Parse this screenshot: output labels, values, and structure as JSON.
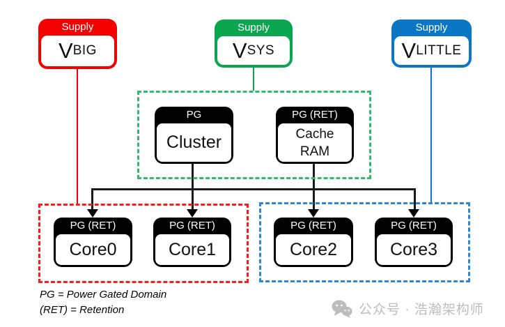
{
  "colors": {
    "red": "#f50000",
    "green": "#0aa650",
    "blue": "#0b76c4",
    "dash-red": "#f81e1e",
    "dash-green": "#2dbb70",
    "dash-blue": "#2f88cf",
    "wm-gray": "#bdbdbd"
  },
  "supplies": [
    {
      "header": "Supply",
      "name": "V",
      "sub": "BIG"
    },
    {
      "header": "Supply",
      "name": "V",
      "sub": "SYS"
    },
    {
      "header": "Supply",
      "name": "V",
      "sub": "LITTLE"
    }
  ],
  "blocks": {
    "cluster": {
      "header": "PG",
      "label": "Cluster"
    },
    "cacheram": {
      "header": "PG (RET)",
      "label": "Cache\nRAM"
    },
    "core0": {
      "header": "PG (RET)",
      "label": "Core0"
    },
    "core1": {
      "header": "PG (RET)",
      "label": "Core1"
    },
    "core2": {
      "header": "PG (RET)",
      "label": "Core2"
    },
    "core3": {
      "header": "PG (RET)",
      "label": "Core3"
    }
  },
  "legend": {
    "line1": "PG = Power Gated Domain",
    "line2": "(RET) = Retention"
  },
  "watermark": {
    "text": "公众号 · 浩瀚架构师"
  }
}
